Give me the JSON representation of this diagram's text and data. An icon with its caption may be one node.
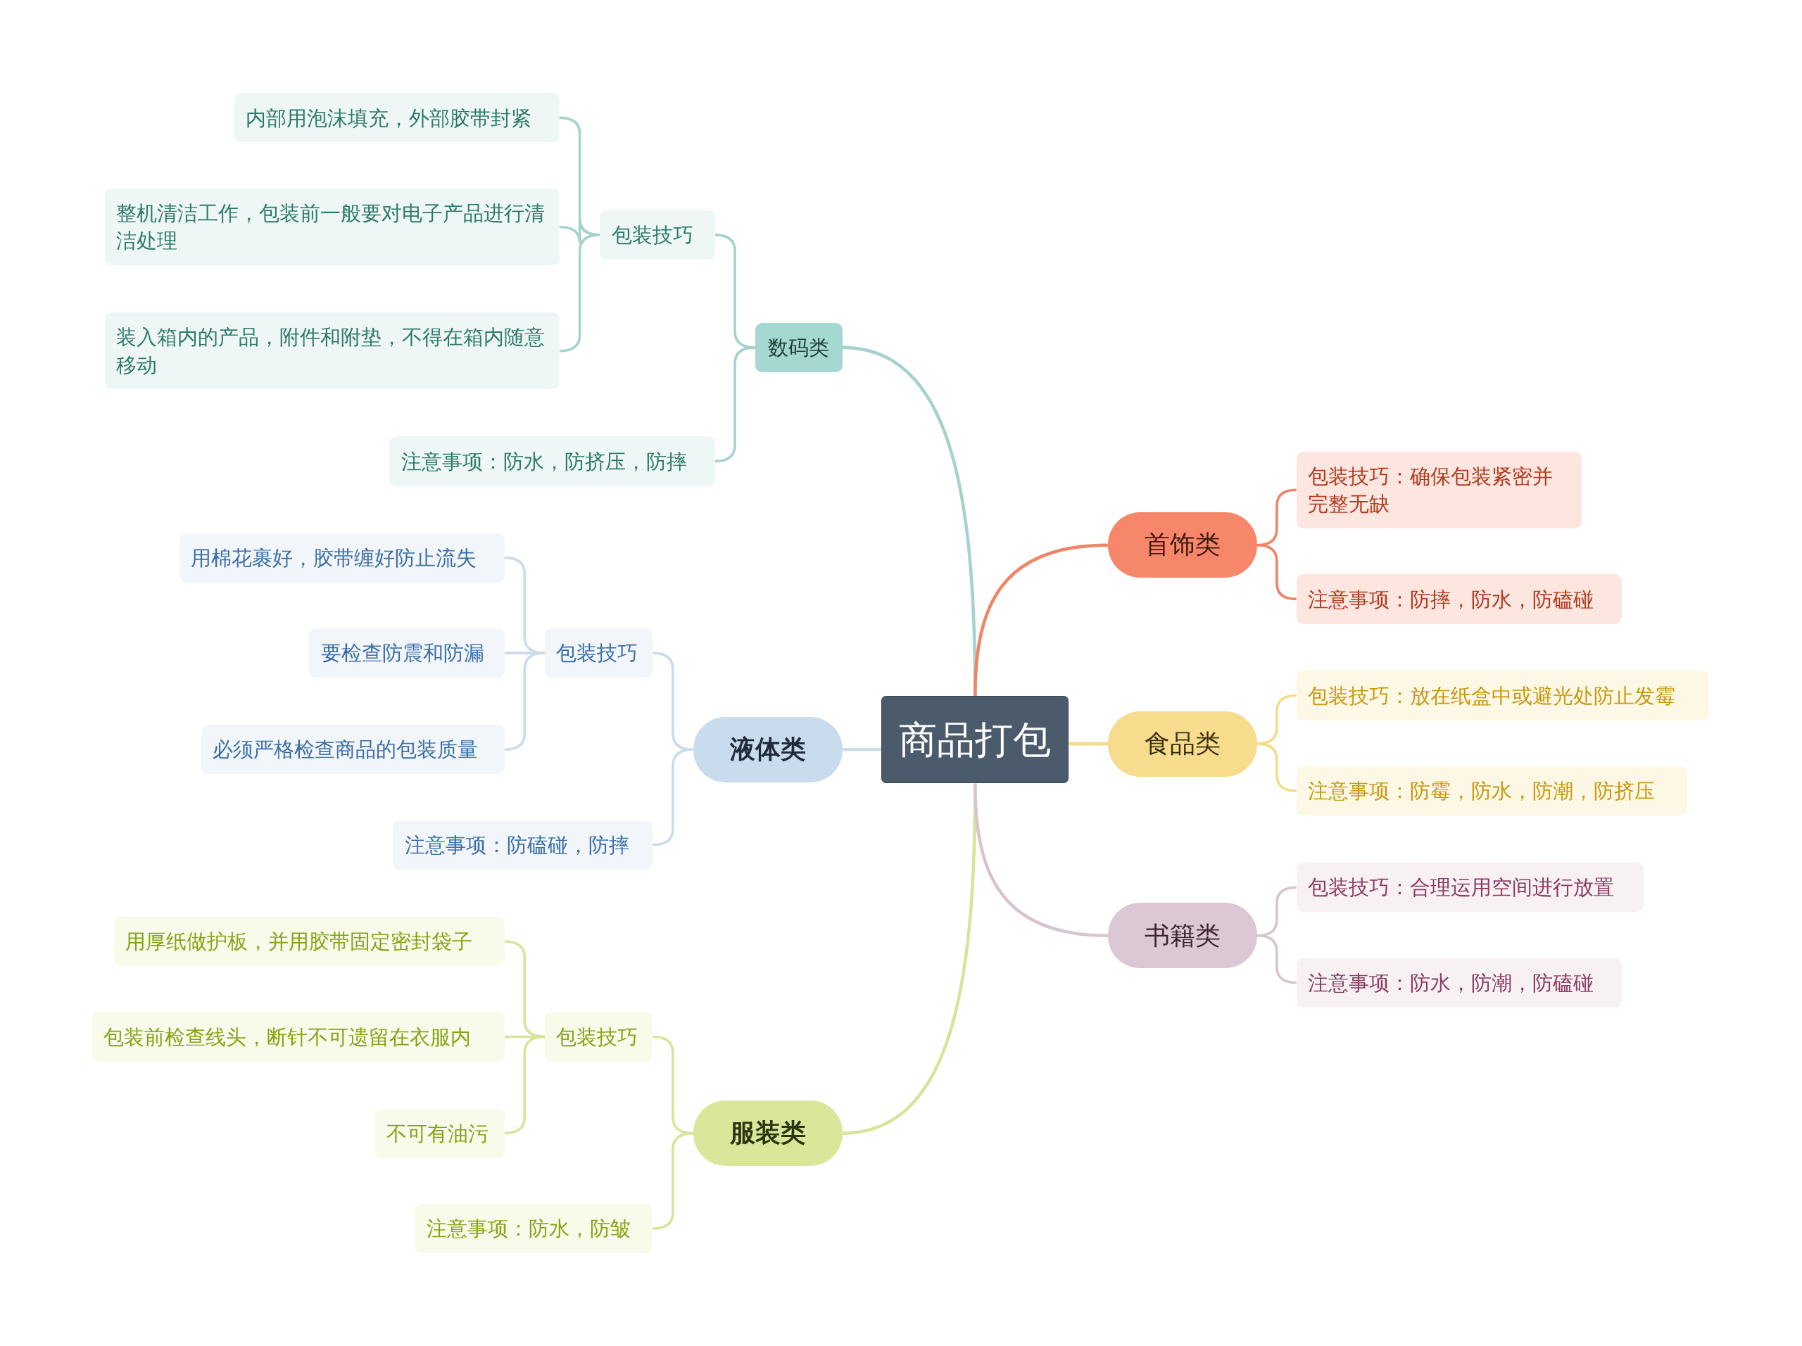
{
  "diagram": {
    "nodes": [
      {
        "text": [
          "商品打包"
        ]
      },
      {
        "text": [
          "数码类"
        ]
      },
      {
        "text": [
          "包装技巧"
        ]
      },
      {
        "text": [
          "内部用泡沫填充，外部胶带封紧"
        ]
      },
      {
        "text": [
          "整机清洁工作，包装前一般要对电子产品进行清洁处理"
        ]
      },
      {
        "text": [
          "装入箱内的产品，附件和附垫，不得在箱内随意移动"
        ]
      },
      {
        "text": [
          "注意事项：防水，防挤压，防摔"
        ]
      },
      {
        "text": [
          "液体类"
        ]
      },
      {
        "text": [
          "包装技巧"
        ]
      },
      {
        "text": [
          "用棉花裹好，胶带缠好防止流失"
        ]
      },
      {
        "text": [
          "要检查防震和防漏"
        ]
      },
      {
        "text": [
          "必须严格检查商品的包装质量"
        ]
      },
      {
        "text": [
          "注意事项：防磕碰，防摔"
        ]
      },
      {
        "text": [
          "服装类"
        ]
      },
      {
        "text": [
          "包装技巧"
        ]
      },
      {
        "text": [
          "用厚纸做护板，并用胶带固定密封袋子"
        ]
      },
      {
        "text": [
          "包装前检查线头，断针不可遗留在衣服内"
        ]
      },
      {
        "text": [
          "不可有油污"
        ]
      },
      {
        "text": [
          "注意事项：防水，防皱"
        ]
      },
      {
        "text": [
          "首饰类"
        ]
      },
      {
        "text": [
          "包装技巧：确保包装紧密并完整无缺"
        ]
      },
      {
        "text": [
          "注意事项：防摔，防水，防磕碰"
        ]
      },
      {
        "text": [
          "食品类"
        ]
      },
      {
        "text": [
          "包装技巧：放在纸盒中或避光处防止发霉"
        ]
      },
      {
        "text": [
          "注意事项：防霉，防水，防潮，防挤压"
        ]
      },
      {
        "text": [
          "书籍类"
        ]
      },
      {
        "text": [
          "包装技巧：合理运用空间进行放置"
        ]
      },
      {
        "text": [
          "注意事项：防水，防潮，防磕碰"
        ]
      }
    ],
    "edges": [
      {
        "from": 0,
        "to": 1,
        "arrow": "none",
        "color": "#a5d3cc"
      },
      {
        "from": 1,
        "to": 2,
        "arrow": "none",
        "color": "#a5d3cc"
      },
      {
        "from": 2,
        "to": 3,
        "arrow": "none",
        "color": "#a5d3cc"
      },
      {
        "from": 2,
        "to": 4,
        "arrow": "none",
        "color": "#a5d3cc"
      },
      {
        "from": 2,
        "to": 5,
        "arrow": "none",
        "color": "#a5d3cc"
      },
      {
        "from": 1,
        "to": 6,
        "arrow": "none",
        "color": "#a5d3cc"
      },
      {
        "from": 0,
        "to": 7,
        "arrow": "none",
        "color": "#c9dcec"
      },
      {
        "from": 7,
        "to": 8,
        "arrow": "none",
        "color": "#c9dcec"
      },
      {
        "from": 8,
        "to": 9,
        "arrow": "none",
        "color": "#c9dcec"
      },
      {
        "from": 8,
        "to": 10,
        "arrow": "none",
        "color": "#c9dcec"
      },
      {
        "from": 8,
        "to": 11,
        "arrow": "none",
        "color": "#c9dcec"
      },
      {
        "from": 7,
        "to": 12,
        "arrow": "none",
        "color": "#c9dcec"
      },
      {
        "from": 0,
        "to": 13,
        "arrow": "none",
        "color": "#d7e49a"
      },
      {
        "from": 13,
        "to": 14,
        "arrow": "none",
        "color": "#d7e49a"
      },
      {
        "from": 14,
        "to": 15,
        "arrow": "none",
        "color": "#d7e49a"
      },
      {
        "from": 14,
        "to": 16,
        "arrow": "none",
        "color": "#d7e49a"
      },
      {
        "from": 14,
        "to": 17,
        "arrow": "none",
        "color": "#d7e49a"
      },
      {
        "from": 13,
        "to": 18,
        "arrow": "none",
        "color": "#d7e49a"
      },
      {
        "from": 0,
        "to": 19,
        "arrow": "none",
        "color": "#f08466"
      },
      {
        "from": 19,
        "to": 20,
        "arrow": "none",
        "color": "#f08466"
      },
      {
        "from": 19,
        "to": 21,
        "arrow": "none",
        "color": "#f08466"
      },
      {
        "from": 0,
        "to": 22,
        "arrow": "none",
        "color": "#f3dc8a"
      },
      {
        "from": 22,
        "to": 23,
        "arrow": "none",
        "color": "#f3dc8a"
      },
      {
        "from": 22,
        "to": 24,
        "arrow": "none",
        "color": "#f3dc8a"
      },
      {
        "from": 0,
        "to": 25,
        "arrow": "none",
        "color": "#d8c4cf"
      },
      {
        "from": 25,
        "to": 26,
        "arrow": "none",
        "color": "#d8c4cf"
      },
      {
        "from": 25,
        "to": 27,
        "arrow": "none",
        "color": "#d8c4cf"
      }
    ]
  }
}
